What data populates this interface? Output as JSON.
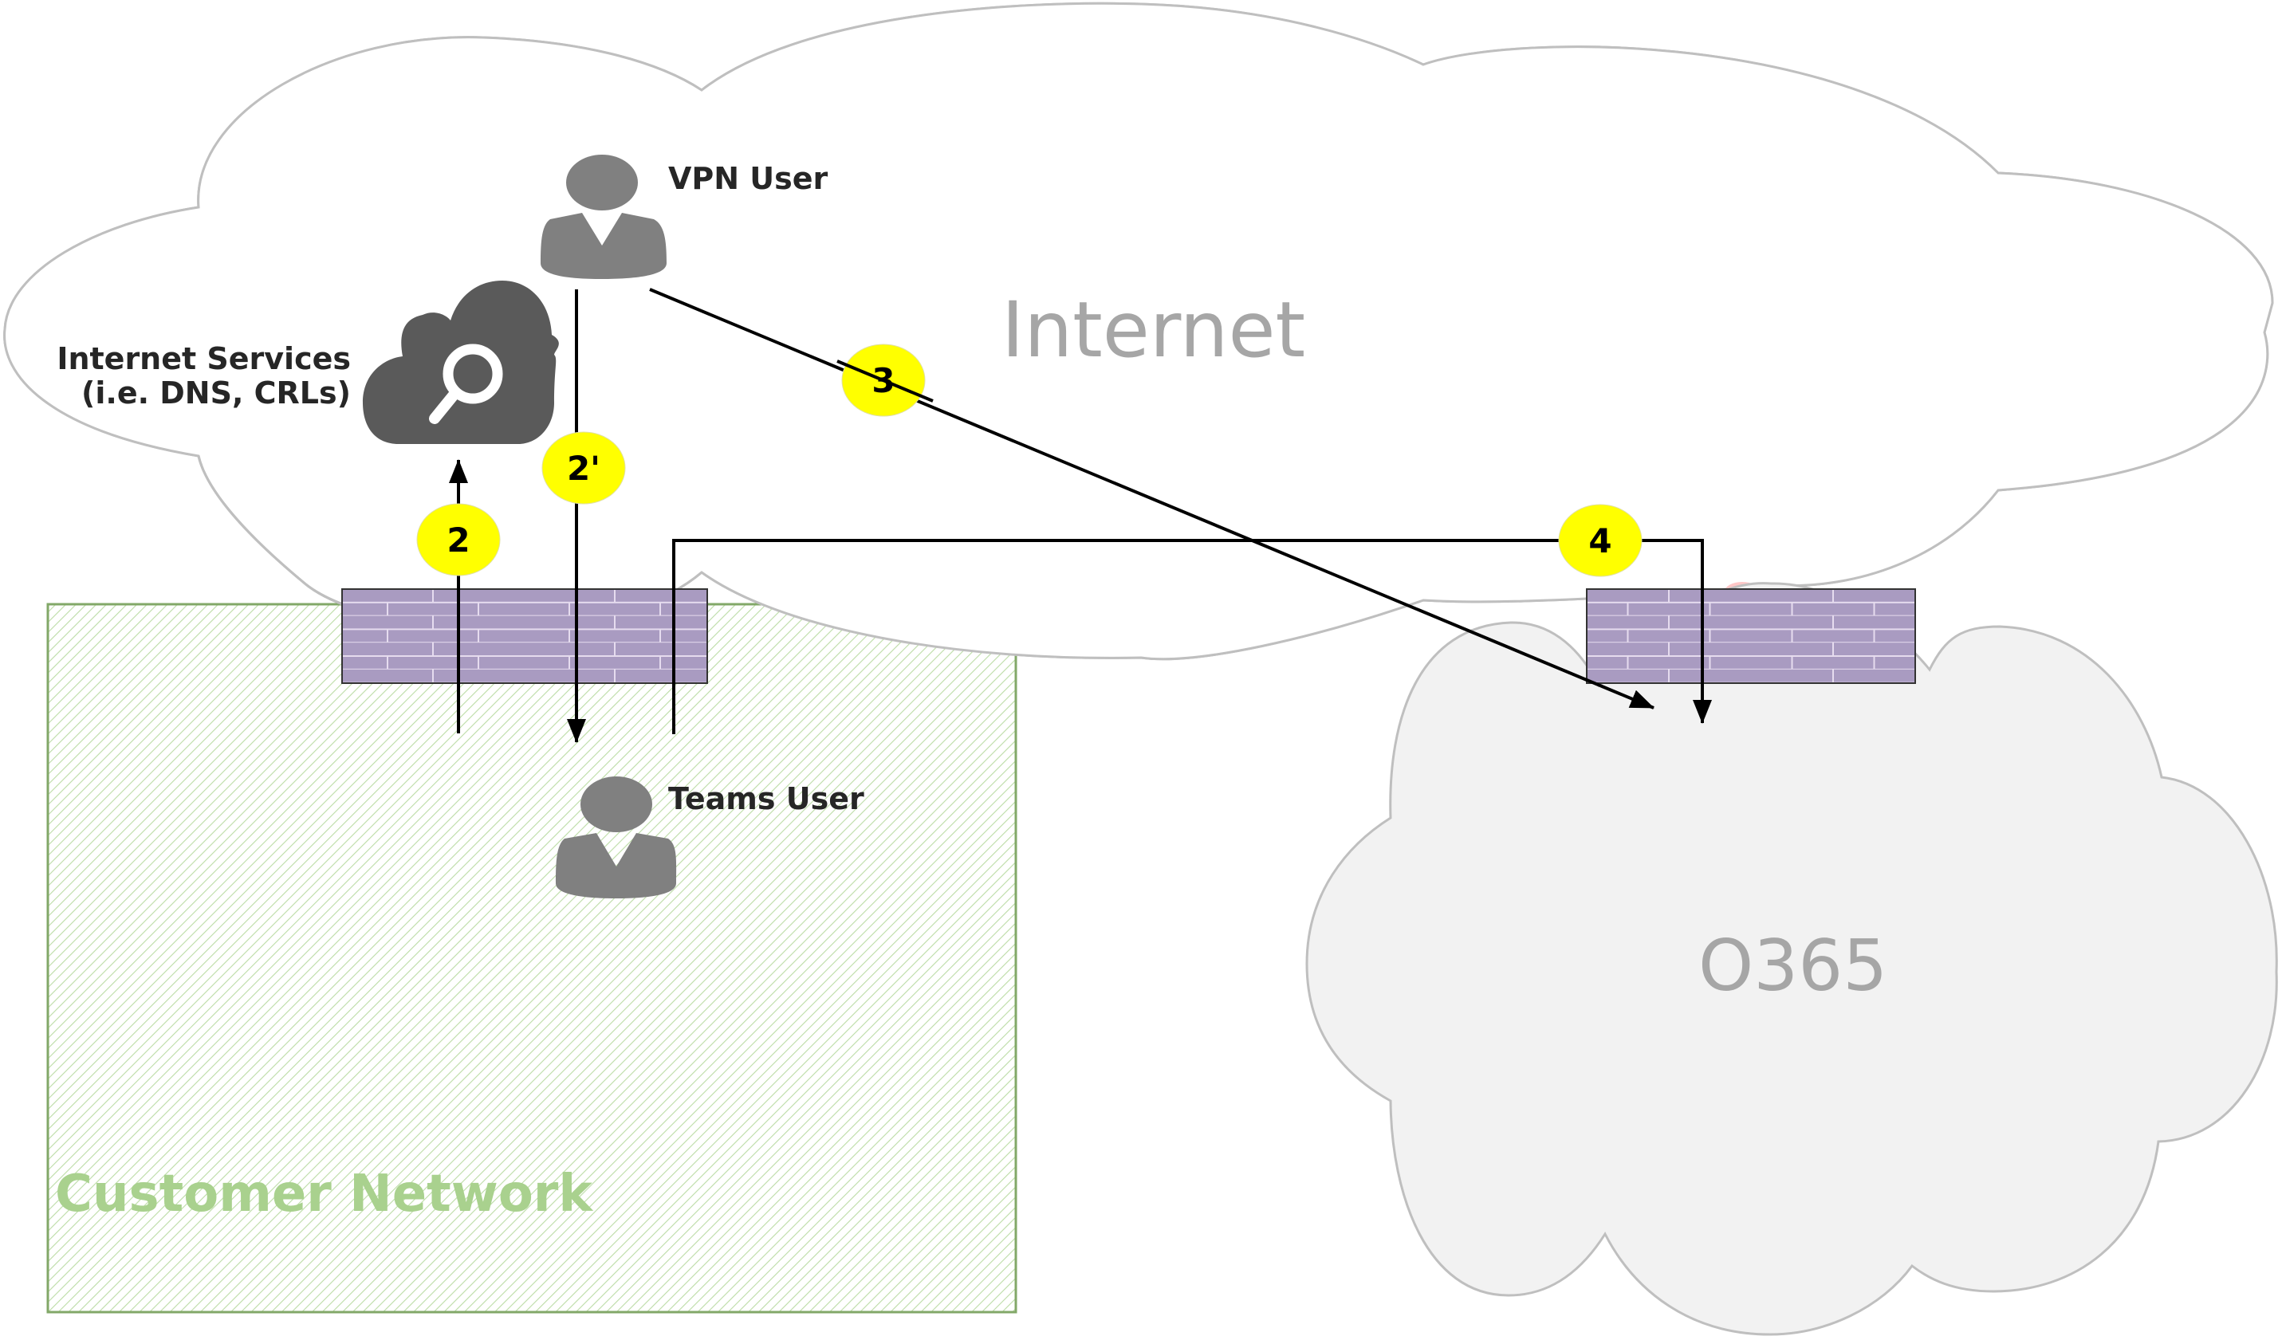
{
  "diagram": {
    "zones": {
      "internet": {
        "label": "Internet",
        "fill": "#ffffff",
        "stroke": "#bfbfbf",
        "label_color": "#a6a6a6"
      },
      "o365": {
        "label": "O365",
        "fill": "#f2f2f2",
        "stroke": "#bfbfbf",
        "label_color": "#a6a6a6"
      },
      "customer_network": {
        "label": "Customer Network",
        "hatch_color": "#a9d18e",
        "border_color": "#82a868",
        "label_color": "#a9d18e"
      }
    },
    "nodes": {
      "vpn_user": {
        "label": "VPN User",
        "icon": "person-icon",
        "color": "#808080"
      },
      "teams_user": {
        "label": "Teams User",
        "icon": "person-icon",
        "color": "#808080"
      },
      "internet_services": {
        "label_line1": "Internet Services",
        "label_line2": "(i.e. DNS, CRLs)",
        "icon": "cloud-search-icon",
        "color": "#595959"
      },
      "firewall_customer": {
        "icon": "firewall-brick-icon",
        "color": "#a99bc1"
      },
      "firewall_o365": {
        "icon": "firewall-brick-icon",
        "color": "#a99bc1"
      }
    },
    "flows": [
      {
        "id": "2",
        "label": "2",
        "from": "Teams User",
        "to": "Internet Services"
      },
      {
        "id": "2p",
        "label": "2'",
        "from": "VPN User",
        "to": "Teams User"
      },
      {
        "id": "3",
        "label": "3",
        "from": "VPN User",
        "to": "O365"
      },
      {
        "id": "4",
        "label": "4",
        "from": "Teams User",
        "to": "O365"
      }
    ],
    "badge_color": "#ffff00",
    "arrow_color": "#000000"
  }
}
